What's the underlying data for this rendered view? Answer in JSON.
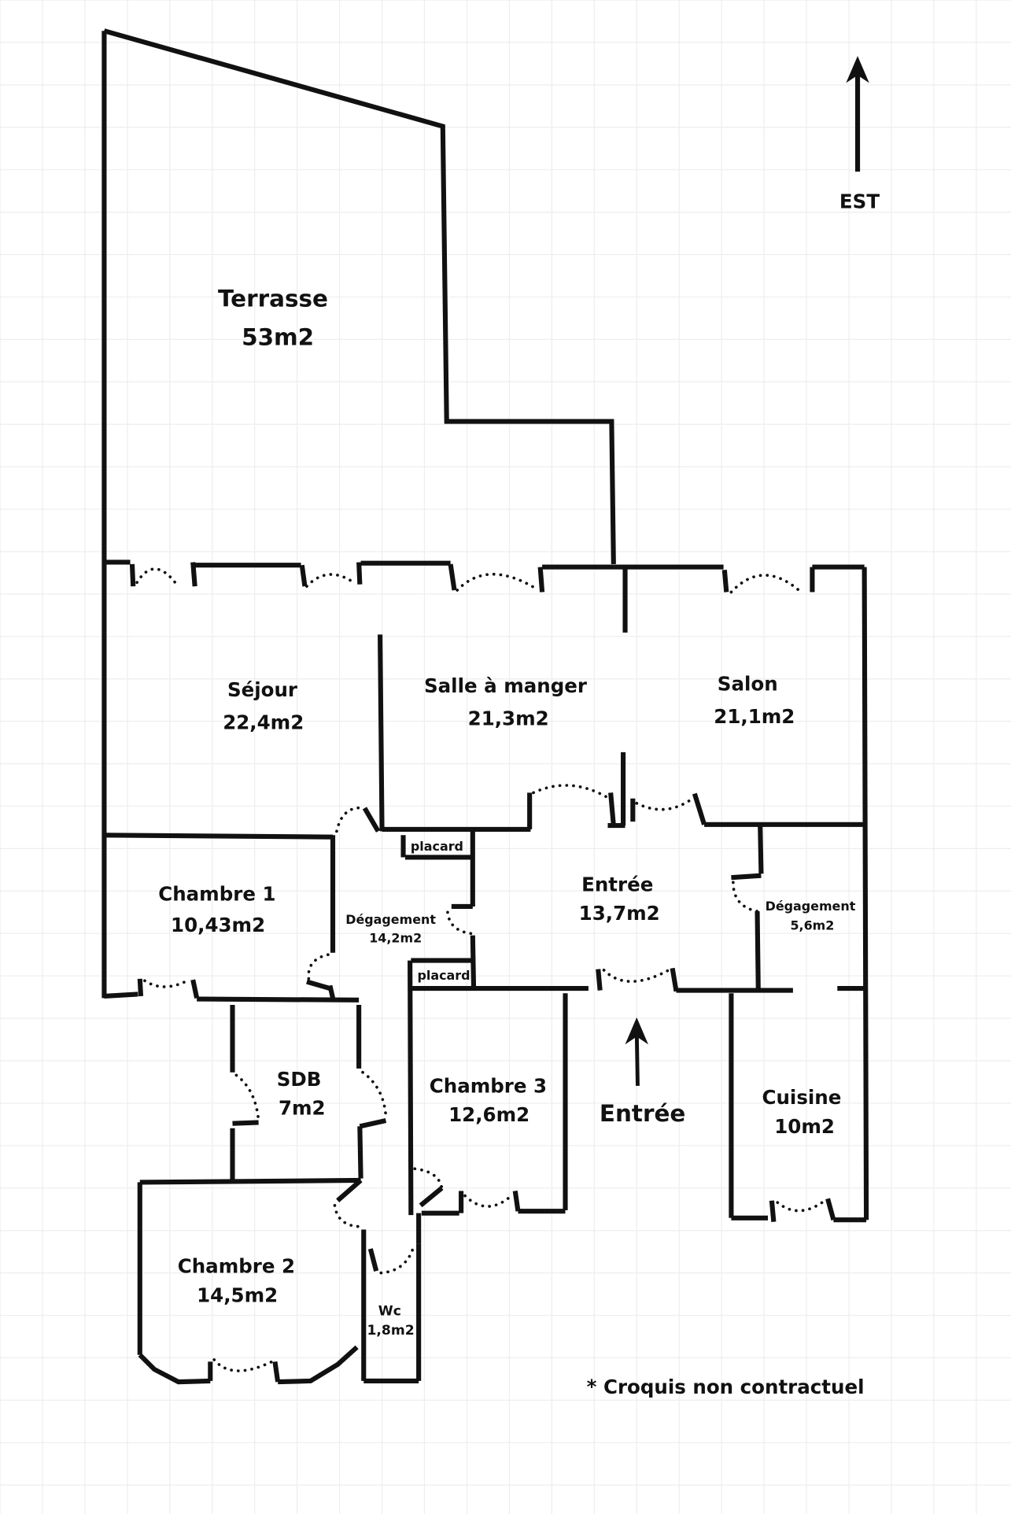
{
  "compass": {
    "label": "EST",
    "icon": "arrow-up-icon"
  },
  "entrance": {
    "label": "Entrée",
    "icon": "arrow-up-icon"
  },
  "disclaimer": "* Croquis non contractuel",
  "rooms": {
    "terrasse": {
      "name": "Terrasse",
      "area": "53m2"
    },
    "sejour": {
      "name": "Séjour",
      "area": "22,4m2"
    },
    "salle_a_manger": {
      "name": "Salle à manger",
      "area": "21,3m2"
    },
    "salon": {
      "name": "Salon",
      "area": "21,1m2"
    },
    "chambre1": {
      "name": "Chambre 1",
      "area": "10,43m2"
    },
    "degagement1": {
      "name": "Dégagement",
      "area": "14,2m2"
    },
    "placard1": {
      "name": "placard"
    },
    "placard2": {
      "name": "placard"
    },
    "entree": {
      "name": "Entrée",
      "area": "13,7m2"
    },
    "degagement2": {
      "name": "Dégagement",
      "area": "5,6m2"
    },
    "sdb": {
      "name": "SDB",
      "area": "7m2"
    },
    "chambre3": {
      "name": "Chambre 3",
      "area": "12,6m2"
    },
    "cuisine": {
      "name": "Cuisine",
      "area": "10m2"
    },
    "chambre2": {
      "name": "Chambre 2",
      "area": "14,5m2"
    },
    "wc": {
      "name": "Wc",
      "area": "1,8m2"
    }
  }
}
